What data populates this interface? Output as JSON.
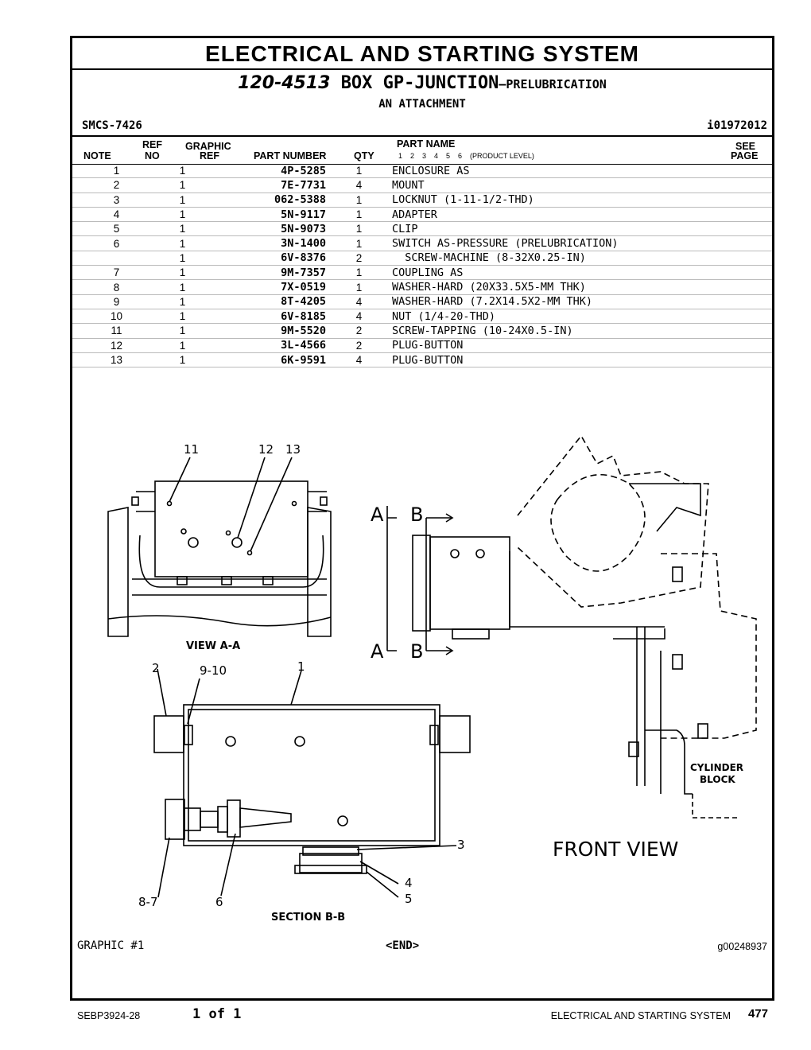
{
  "title": "ELECTRICAL AND STARTING SYSTEM",
  "subtitle": {
    "part_number": "120-4513",
    "name": "BOX GP-JUNCTION",
    "suffix": "—PRELUBRICATION"
  },
  "subtitle2": "AN ATTACHMENT",
  "smcs": "SMCS-7426",
  "doc_id": "i01972012",
  "headers": {
    "note": "NOTE",
    "ref": "REF",
    "no": "NO",
    "graphic": "GRAPHIC",
    "graphic_ref": "REF",
    "part_number": "PART NUMBER",
    "qty": "QTY",
    "part_name": "PART NAME",
    "levels": "1    2    3    4    5    6    (PRODUCT LEVEL)",
    "see": "SEE",
    "page": "PAGE"
  },
  "rows": [
    {
      "ref": "1",
      "gr": "1",
      "pn": "4P-5285",
      "qty": "1",
      "name": "ENCLOSURE AS"
    },
    {
      "ref": "2",
      "gr": "1",
      "pn": "7E-7731",
      "qty": "4",
      "name": "MOUNT"
    },
    {
      "ref": "3",
      "gr": "1",
      "pn": "062-5388",
      "qty": "1",
      "name": "LOCKNUT (1-11-1/2-THD)"
    },
    {
      "ref": "4",
      "gr": "1",
      "pn": "5N-9117",
      "qty": "1",
      "name": "ADAPTER"
    },
    {
      "ref": "5",
      "gr": "1",
      "pn": "5N-9073",
      "qty": "1",
      "name": "CLIP"
    },
    {
      "ref": "6",
      "gr": "1",
      "pn": "3N-1400",
      "qty": "1",
      "name": "SWITCH AS-PRESSURE (PRELUBRICATION)"
    },
    {
      "ref": "",
      "gr": "1",
      "pn": "6V-8376",
      "qty": "2",
      "name": "  SCREW-MACHINE (8-32X0.25-IN)"
    },
    {
      "ref": "7",
      "gr": "1",
      "pn": "9M-7357",
      "qty": "1",
      "name": "COUPLING AS"
    },
    {
      "ref": "8",
      "gr": "1",
      "pn": "7X-0519",
      "qty": "1",
      "name": "WASHER-HARD (20X33.5X5-MM THK)"
    },
    {
      "ref": "9",
      "gr": "1",
      "pn": "8T-4205",
      "qty": "4",
      "name": "WASHER-HARD (7.2X14.5X2-MM THK)"
    },
    {
      "ref": "10",
      "gr": "1",
      "pn": "6V-8185",
      "qty": "4",
      "name": "NUT (1/4-20-THD)"
    },
    {
      "ref": "11",
      "gr": "1",
      "pn": "9M-5520",
      "qty": "2",
      "name": "SCREW-TAPPING (10-24X0.5-IN)"
    },
    {
      "ref": "12",
      "gr": "1",
      "pn": "3L-4566",
      "qty": "2",
      "name": "PLUG-BUTTON"
    },
    {
      "ref": "13",
      "gr": "1",
      "pn": "6K-9591",
      "qty": "4",
      "name": "PLUG-BUTTON"
    }
  ],
  "drawing": {
    "view_aa": "VIEW A-A",
    "section_bb": "SECTION B-B",
    "front_view": "FRONT VIEW",
    "cyl1": "CYLINDER",
    "cyl2": "BLOCK",
    "a": "A",
    "b": "B",
    "callouts": {
      "c11": "11",
      "c12": "12",
      "c13": "13",
      "c2": "2",
      "c910": "9-10",
      "c1": "1",
      "c3": "3",
      "c4": "4",
      "c5": "5",
      "c87": "8-7",
      "c6": "6"
    }
  },
  "graphic_label": "GRAPHIC #1",
  "end_label": "<END>",
  "graphic_id": "g00248937",
  "footer": {
    "doc": "SEBP3924-28",
    "pages": "1 of 1",
    "section": "ELECTRICAL AND STARTING SYSTEM",
    "page_no": "477"
  }
}
